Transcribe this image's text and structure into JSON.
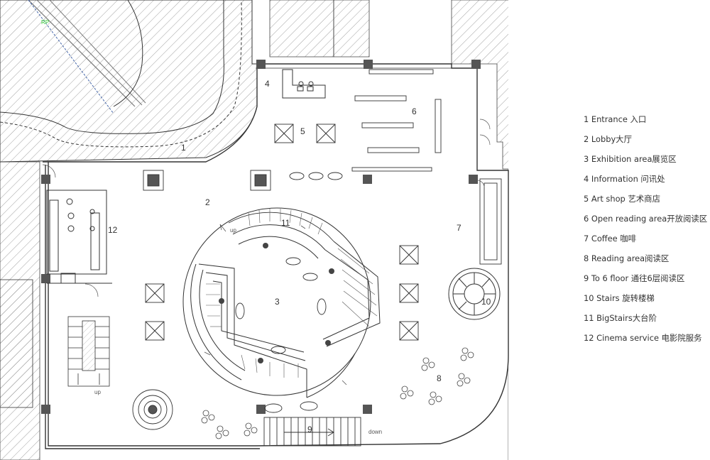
{
  "plan": {
    "area_numbers": [
      "1",
      "2",
      "3",
      "4",
      "5",
      "6",
      "7",
      "8",
      "9",
      "10",
      "11",
      "12"
    ],
    "annotations": {
      "up_spiral": "up",
      "up_escalator": "up",
      "down_stairs": "down",
      "green_mark": "RP"
    }
  },
  "legend": {
    "items": [
      {
        "label": "1 Entrance 入口"
      },
      {
        "label": "2 Lobby大厅"
      },
      {
        "label": "3 Exhibition area展览区"
      },
      {
        "label": "4 Information 问讯处"
      },
      {
        "label": "5 Art shop 艺术商店"
      },
      {
        "label": "6 Open reading area开放阅读区"
      },
      {
        "label": "7 Coffee 咖啡"
      },
      {
        "label": "8 Reading area阅读区"
      },
      {
        "label": "9 To 6 floor 通往6层阅读区"
      },
      {
        "label": "10 Stairs 旋转楼梯"
      },
      {
        "label": "11 BigStairs大台阶"
      },
      {
        "label": "12  Cinema service 电影院服务"
      }
    ]
  },
  "colors": {
    "line": "#333333",
    "hatch": "#888888",
    "column": "#555555",
    "accent": "#33cc33"
  }
}
